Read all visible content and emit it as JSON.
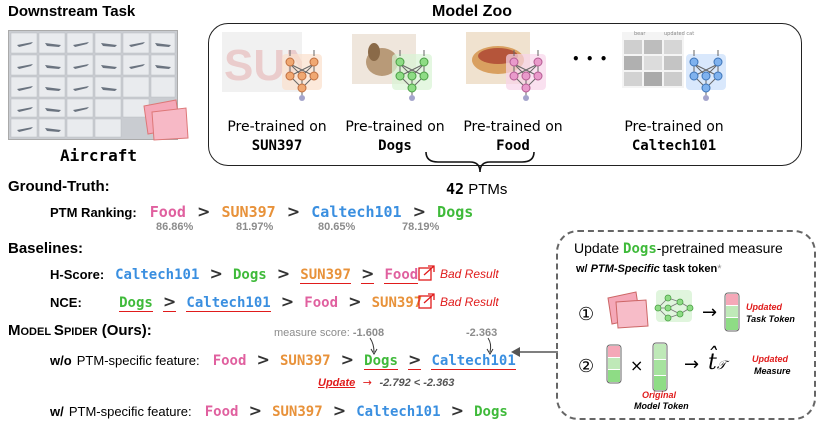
{
  "downstream": {
    "heading": "Downstream Task",
    "dataset": "Aircraft"
  },
  "zoo": {
    "heading": "Model Zoo",
    "ellipsis": "• • •",
    "prefix": "Pre-trained on",
    "models": [
      "SUN397",
      "Dogs",
      "Food",
      "Caltech101"
    ],
    "image_captions": [
      "bear",
      "updated cat"
    ],
    "count_number": "42",
    "count_label": "PTMs"
  },
  "ground_truth": {
    "heading": "Ground-Truth:",
    "ranking_label": "PTM Ranking:",
    "ranking": [
      "Food",
      "SUN397",
      "Caltech101",
      "Dogs"
    ],
    "scores": [
      "86.86%",
      "81.97%",
      "80.65%",
      "78.19%"
    ],
    "sep": ">"
  },
  "baselines": {
    "heading": "Baselines:",
    "hscore": {
      "label": "H-Score:",
      "ranking": [
        "Caltech101",
        "Dogs",
        "SUN397",
        "Food"
      ],
      "result": "Bad Result"
    },
    "nce": {
      "label": "NCE:",
      "ranking": [
        "Dogs",
        "Caltech101",
        "Food",
        "SUN397"
      ],
      "result": "Bad Result"
    }
  },
  "spider": {
    "heading_a": "M",
    "heading_b": "ODEL ",
    "heading_c": "S",
    "heading_d": "PIDER",
    "heading_e": " (Ours):",
    "wo_prefix": "w/o",
    "wo_label": "PTM-specific feature:",
    "wo_ranking": [
      "Food",
      "SUN397",
      "Dogs",
      "Caltech101"
    ],
    "measure_label": "measure score:",
    "measure_value_1": "-1.608",
    "measure_value_2": "-2.363",
    "update_label": "Update",
    "update_arrow": "→",
    "update_expr": "-2.792  <  -2.363",
    "w_prefix": "w/",
    "w_label": "PTM-specific feature:",
    "w_ranking": [
      "Food",
      "SUN397",
      "Caltech101",
      "Dogs"
    ]
  },
  "update_panel": {
    "title_a": "Update ",
    "title_dogs": "Dogs",
    "title_b": "-pretrained measure",
    "sub_a": "w/ ",
    "sub_b": "PTM-Specific",
    "sub_c": " task token",
    "sub_star": "*",
    "step1": "①",
    "step2": "②",
    "times": "×",
    "arrow": "→",
    "updated_1": "Updated",
    "task_token": "Task Token",
    "original": "Original",
    "model_token": "Model Token",
    "t_hat": "t̂",
    "t_sub": "𝒯",
    "updated_2": "Updated",
    "measure": "Measure"
  },
  "colors": {
    "pink": "#e0609f",
    "orange": "#e8923a",
    "blue": "#3a8fe0",
    "green": "#3fba3a",
    "red": "#e01b1b",
    "gray": "#8c8c8c"
  }
}
